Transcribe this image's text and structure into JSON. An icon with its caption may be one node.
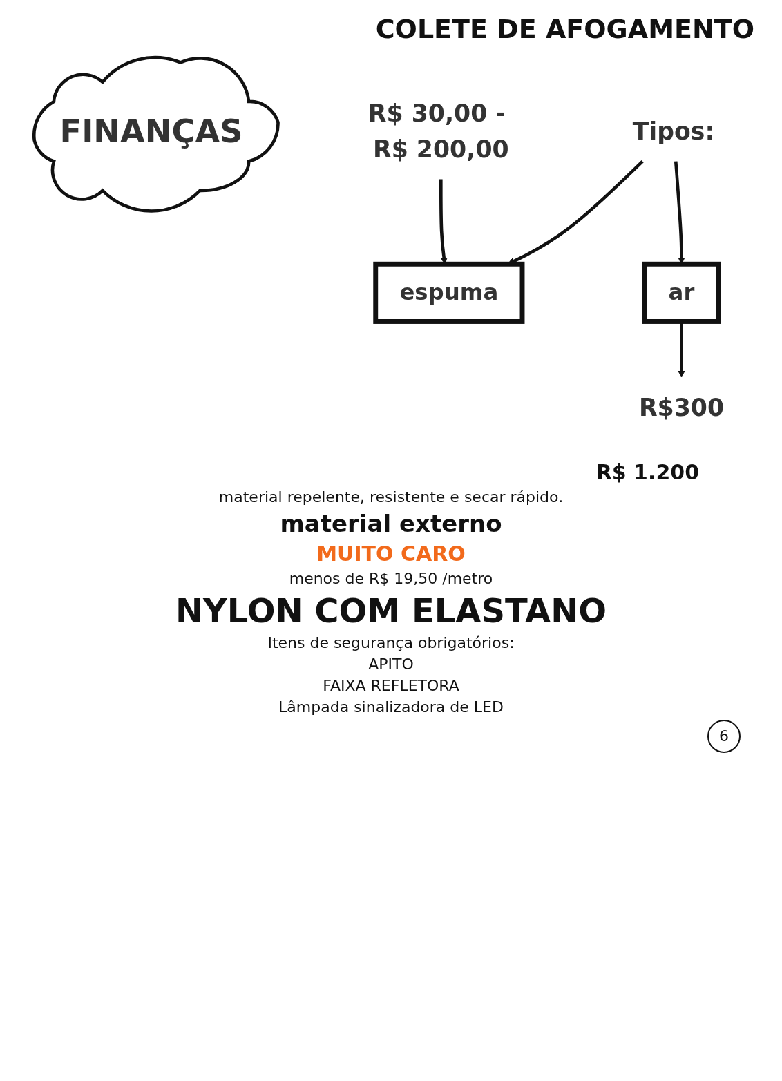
{
  "diagram": {
    "title": "COLETE DE AFOGAMENTO",
    "nodes": [
      {
        "text": [
          "FINANÇAS"
        ]
      },
      {
        "text": [
          "R$ 30,00 - R$ 200,00"
        ]
      },
      {
        "text": [
          "Tipos:"
        ]
      },
      {
        "text": [
          "espuma"
        ]
      },
      {
        "text": [
          "ar"
        ]
      },
      {
        "text": [
          "R$300"
        ]
      }
    ],
    "edges": [
      {
        "from": 1,
        "to": 3,
        "arrow": "to"
      },
      {
        "from": 2,
        "to": 3,
        "arrow": "to"
      },
      {
        "from": 2,
        "to": 4,
        "arrow": "to"
      },
      {
        "from": 4,
        "to": 5,
        "arrow": "to"
      }
    ],
    "labels": [
      "R$ 1.200",
      "material repelente, resistente e secar rápido.",
      "material externo",
      "MUITO CARO",
      "menos de R$ 19,50 /metro",
      "NYLON COM ELASTANO",
      "Itens de segurança obrigatórios:",
      "APITO",
      "FAIXA REFLETORA",
      "Lâmpada sinalizadora de LED",
      "6"
    ]
  }
}
